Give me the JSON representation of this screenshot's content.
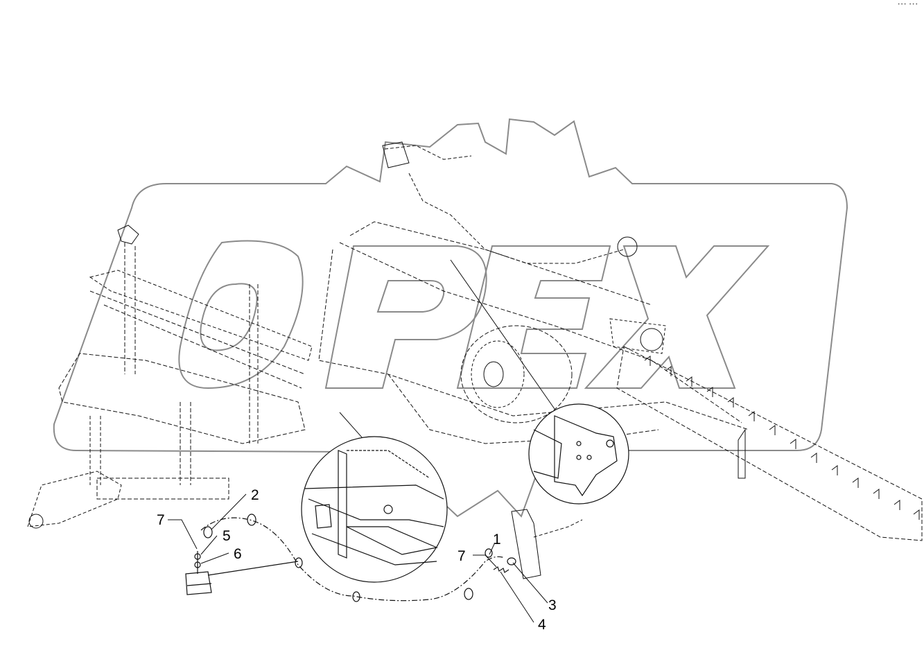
{
  "diagram": {
    "watermark_text": "OPEX",
    "callouts": [
      "1",
      "2",
      "3",
      "4",
      "5",
      "6",
      "7",
      "7"
    ],
    "corner_mark": "••• •••",
    "colors": {
      "line": "#111111",
      "watermark_outline": "#8a8a8a",
      "watermark_fill": "#efefef",
      "background": "#ffffff"
    }
  }
}
